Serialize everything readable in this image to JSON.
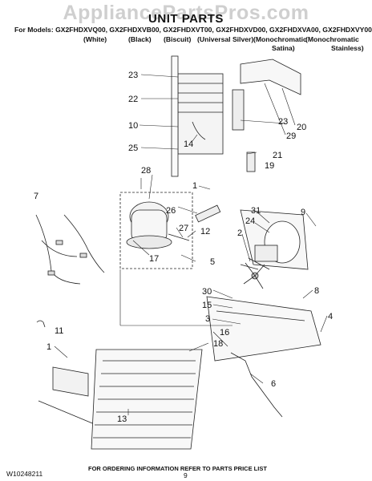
{
  "watermark": "AppliancePartsPros.com",
  "title": "UNIT PARTS",
  "models_line": "For Models: GX2FHDXVQ00, GX2FHDXVB00, GX2FHDXVT00, GX2FHDXVD00, GX2FHDXVA00, GX2FHDXVY00",
  "color_labels": [
    "(White)",
    "(Black)",
    "(Biscuit)",
    "(Universal Silver)",
    "(Monochromatic",
    "(Monochromatic"
  ],
  "color_labels_line2": [
    "Satina)",
    "Stainless)"
  ],
  "part_numbers": [
    "23",
    "22",
    "10",
    "25",
    "14",
    "23",
    "29",
    "20",
    "21",
    "19",
    "28",
    "1",
    "26",
    "27",
    "12",
    "31",
    "24",
    "9",
    "2",
    "17",
    "5",
    "30",
    "15",
    "3",
    "8",
    "4",
    "7",
    "11",
    "16",
    "18",
    "1",
    "6",
    "13"
  ],
  "footer": {
    "doc_code": "W10248211",
    "ordering_note": "FOR ORDERING INFORMATION REFER TO PARTS PRICE LIST",
    "page": "9"
  }
}
